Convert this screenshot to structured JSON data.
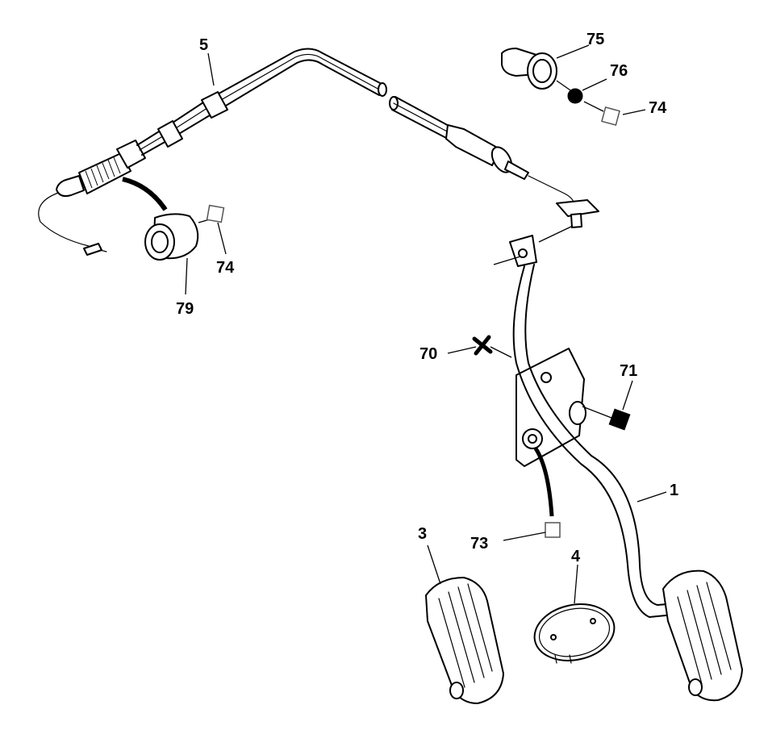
{
  "diagram": {
    "callouts": [
      {
        "id": "5",
        "label": "5"
      },
      {
        "id": "75",
        "label": "75"
      },
      {
        "id": "76",
        "label": "76"
      },
      {
        "id": "74a",
        "label": "74"
      },
      {
        "id": "74b",
        "label": "74"
      },
      {
        "id": "79",
        "label": "79"
      },
      {
        "id": "70",
        "label": "70"
      },
      {
        "id": "71",
        "label": "71"
      },
      {
        "id": "1",
        "label": "1"
      },
      {
        "id": "73",
        "label": "73"
      },
      {
        "id": "3",
        "label": "3"
      },
      {
        "id": "4",
        "label": "4"
      }
    ]
  }
}
